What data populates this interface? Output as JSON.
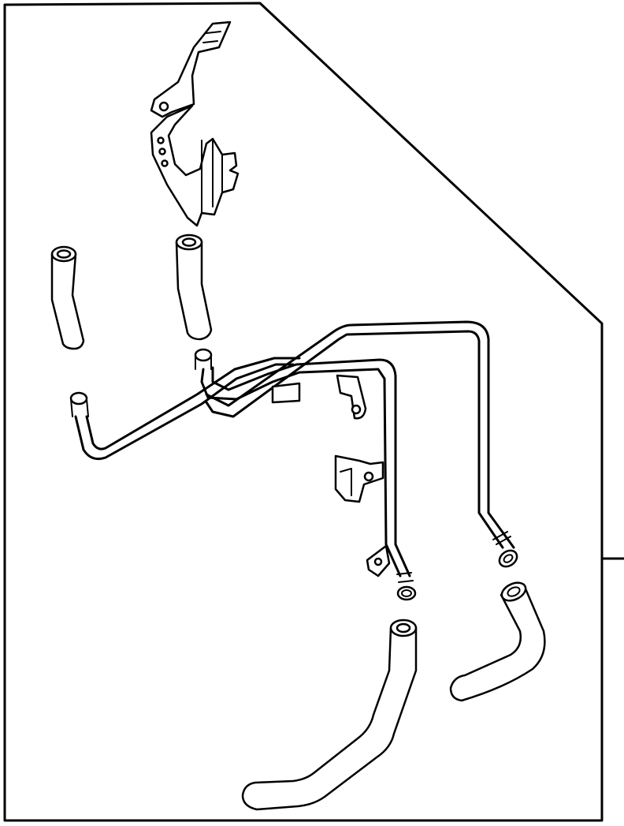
{
  "diagram": {
    "parts": [
      {
        "id": "mounting-bracket",
        "icon": "bracket-icon"
      },
      {
        "id": "short-hose-left",
        "icon": "hose-icon"
      },
      {
        "id": "short-hose-center",
        "icon": "hose-icon"
      },
      {
        "id": "coolant-pipe-assembly",
        "icon": "pipe-icon"
      },
      {
        "id": "long-hose-lower",
        "icon": "hose-icon"
      },
      {
        "id": "curved-hose-lower-right",
        "icon": "hose-icon"
      }
    ],
    "colors": {
      "line": "#000000",
      "background": "#ffffff"
    }
  }
}
